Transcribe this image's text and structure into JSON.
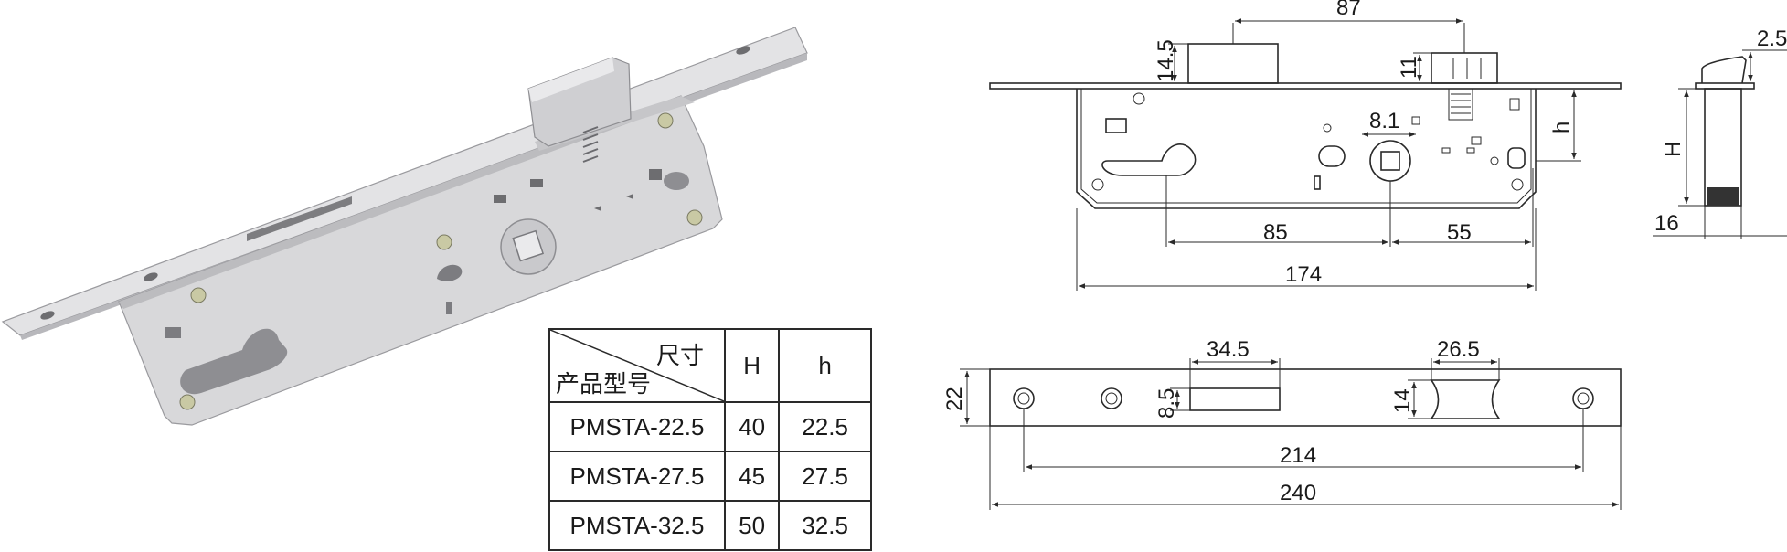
{
  "colors": {
    "body": "#d5d5d7",
    "face": "#e2e2e4",
    "edge": "#bfbfc2",
    "line": "#2a2a2a"
  },
  "front_view": {
    "dim_87": "87",
    "dim_14_5": "14.5",
    "dim_11": "11",
    "dim_8_1": "8.1",
    "dim_h": "h",
    "dim_85": "85",
    "dim_55": "55",
    "dim_174": "174"
  },
  "side_view": {
    "dim_2_5": "2.5",
    "dim_H": "H",
    "dim_16": "16"
  },
  "faceplate_view": {
    "dim_34_5": "34.5",
    "dim_26_5": "26.5",
    "dim_22": "22",
    "dim_8_5": "8.5",
    "dim_14": "14",
    "dim_214": "214",
    "dim_240": "240"
  },
  "spec_table": {
    "header_size": "尺寸",
    "header_model": "产品型号",
    "col_H": "H",
    "col_h": "h",
    "rows": [
      {
        "model": "PMSTA-22.5",
        "H": "40",
        "h": "22.5"
      },
      {
        "model": "PMSTA-27.5",
        "H": "45",
        "h": "27.5"
      },
      {
        "model": "PMSTA-32.5",
        "H": "50",
        "h": "32.5"
      }
    ]
  }
}
